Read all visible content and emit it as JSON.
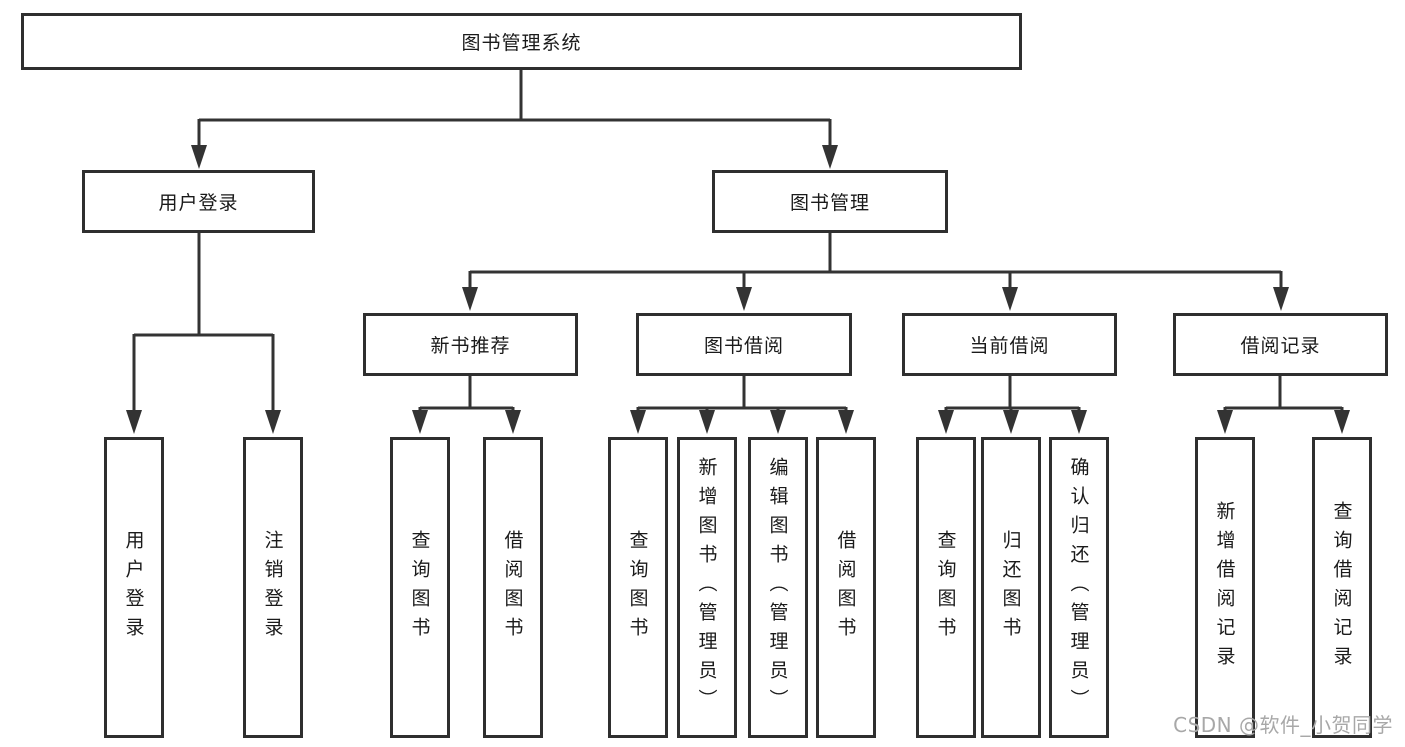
{
  "diagram": {
    "title": "图书管理系统",
    "root": {
      "label": "图书管理系统"
    },
    "branches": [
      {
        "label": "用户登录",
        "children": [
          {
            "label": "用户登录"
          },
          {
            "label": "注销登录"
          }
        ]
      },
      {
        "label": "图书管理",
        "groups": [
          {
            "label": "新书推荐",
            "children": [
              {
                "label": "查询图书"
              },
              {
                "label": "借阅图书"
              }
            ]
          },
          {
            "label": "图书借阅",
            "children": [
              {
                "label": "查询图书"
              },
              {
                "label": "新增图书（管理员）"
              },
              {
                "label": "编辑图书（管理员）"
              },
              {
                "label": "借阅图书"
              }
            ]
          },
          {
            "label": "当前借阅",
            "children": [
              {
                "label": "查询图书"
              },
              {
                "label": "归还图书"
              },
              {
                "label": "确认归还（管理员）"
              }
            ]
          },
          {
            "label": "借阅记录",
            "children": [
              {
                "label": "新增借阅记录"
              },
              {
                "label": "查询借阅记录"
              }
            ]
          }
        ]
      }
    ]
  },
  "watermark": {
    "text": "CSDN @软件_小贺同学"
  },
  "colors": {
    "line": "#333333",
    "box_border": "#2f2f2f",
    "text": "#1a1a1a",
    "watermark": "#a8a8a8",
    "background": "#ffffff"
  }
}
